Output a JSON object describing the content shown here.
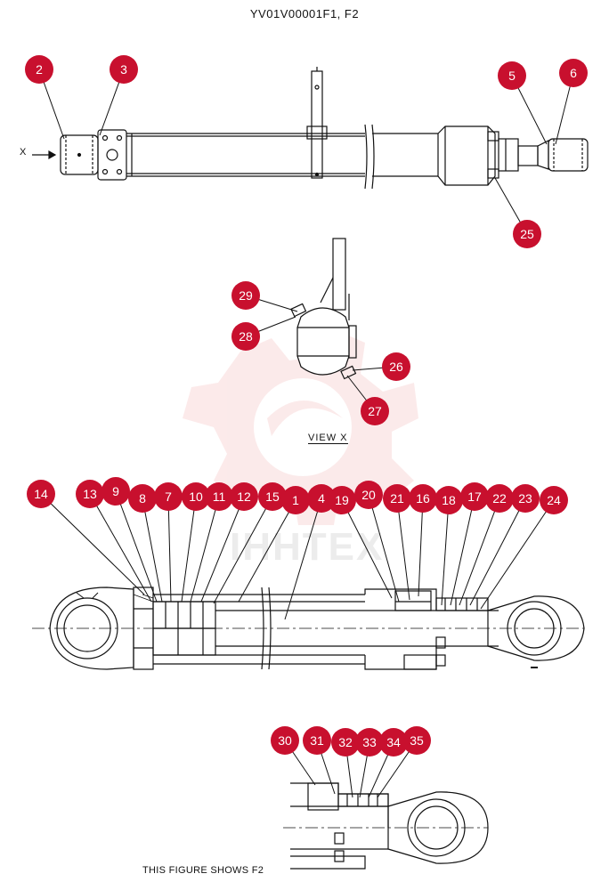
{
  "header": {
    "code": "YV01V00001F1, F2"
  },
  "view_label": "VIEW  X",
  "x_arrow_label": "X",
  "footer_note": "THIS FIGURE SHOWS  F2",
  "watermark": {
    "text": "ІННТЕХ",
    "icon": "gear-logo-watermark",
    "color": "#f4b5b5"
  },
  "callout_color": "#c8102e",
  "callouts": [
    {
      "id": "2",
      "label": "2"
    },
    {
      "id": "3",
      "label": "3"
    },
    {
      "id": "5",
      "label": "5"
    },
    {
      "id": "6",
      "label": "6"
    },
    {
      "id": "25",
      "label": "25"
    },
    {
      "id": "29",
      "label": "29"
    },
    {
      "id": "28",
      "label": "28"
    },
    {
      "id": "26",
      "label": "26"
    },
    {
      "id": "27",
      "label": "27"
    },
    {
      "id": "14",
      "label": "14"
    },
    {
      "id": "13",
      "label": "13"
    },
    {
      "id": "9",
      "label": "9"
    },
    {
      "id": "8",
      "label": "8"
    },
    {
      "id": "7",
      "label": "7"
    },
    {
      "id": "10",
      "label": "10"
    },
    {
      "id": "11",
      "label": "11"
    },
    {
      "id": "12",
      "label": "12"
    },
    {
      "id": "15",
      "label": "15"
    },
    {
      "id": "1",
      "label": "1"
    },
    {
      "id": "4",
      "label": "4"
    },
    {
      "id": "19",
      "label": "19"
    },
    {
      "id": "20",
      "label": "20"
    },
    {
      "id": "21",
      "label": "21"
    },
    {
      "id": "16",
      "label": "16"
    },
    {
      "id": "18",
      "label": "18"
    },
    {
      "id": "17",
      "label": "17"
    },
    {
      "id": "22",
      "label": "22"
    },
    {
      "id": "23",
      "label": "23"
    },
    {
      "id": "24",
      "label": "24"
    },
    {
      "id": "30",
      "label": "30"
    },
    {
      "id": "31",
      "label": "31"
    },
    {
      "id": "32",
      "label": "32"
    },
    {
      "id": "33",
      "label": "33"
    },
    {
      "id": "34",
      "label": "34"
    },
    {
      "id": "35",
      "label": "35"
    }
  ]
}
